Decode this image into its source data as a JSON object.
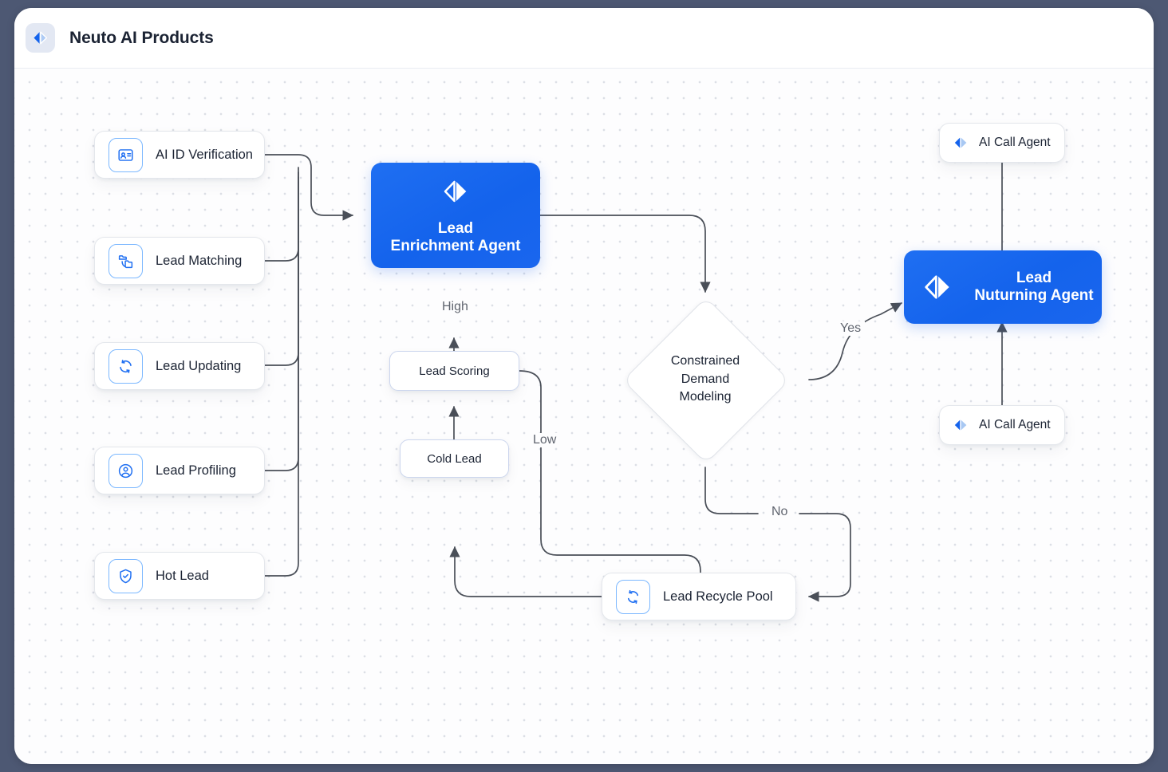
{
  "header": {
    "title": "Neuto AI Products",
    "logo_icon": "neuto-bowtie-logo-icon"
  },
  "canvas": {
    "background_color": "#fdfdfe",
    "dot_color": "#dcdfe6",
    "accent_color": "#1463ec",
    "edge_color": "#4a4f58"
  },
  "nodes": {
    "ai_id_verification": {
      "label": "AI ID Verification",
      "icon": "id-card-icon"
    },
    "lead_matching": {
      "label": "Lead Matching",
      "icon": "folder-swap-icon"
    },
    "lead_updating": {
      "label": "Lead Updating",
      "icon": "refresh-cycle-icon"
    },
    "lead_profiling": {
      "label": "Lead Profiling",
      "icon": "user-circle-icon"
    },
    "hot_lead": {
      "label": "Hot Lead",
      "icon": "shield-check-icon"
    },
    "lead_enrichment_agent": {
      "label": "Lead\nEnrichment Agent",
      "line1": "Lead",
      "line2": "Enrichment Agent",
      "icon": "neuto-bowtie-logo-icon"
    },
    "lead_scoring": {
      "label": "Lead Scoring"
    },
    "cold_lead": {
      "label": "Cold Lead"
    },
    "constrained_demand_modeling": {
      "label": "Constrained\nDemand\nModeling",
      "line1": "Constrained",
      "line2": "Demand",
      "line3": "Modeling"
    },
    "lead_recycle_pool": {
      "label": "Lead Recycle Pool",
      "icon": "refresh-cycle-icon"
    },
    "ai_call_agent_top": {
      "label": "AI Call Agent",
      "icon": "neuto-bowtie-logo-icon"
    },
    "ai_call_agent_bottom": {
      "label": "AI Call Agent",
      "icon": "neuto-bowtie-logo-icon"
    },
    "lead_nuturning_agent": {
      "label": "Lead\nNuturning Agent",
      "line1": "Lead",
      "line2": "Nuturning Agent",
      "icon": "neuto-bowtie-logo-icon"
    }
  },
  "edge_labels": {
    "high": "High",
    "low": "Low",
    "yes": "Yes",
    "no": "No"
  }
}
